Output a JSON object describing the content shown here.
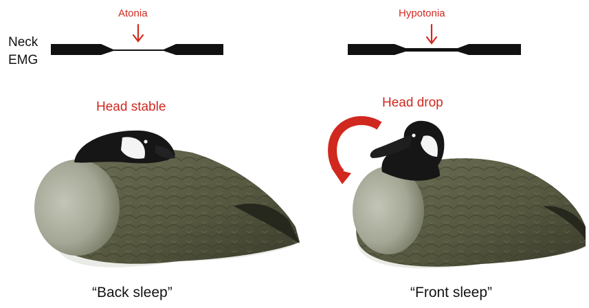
{
  "emg": {
    "label_line1": "Neck",
    "label_line2": "EMG",
    "left_annotation": "Atonia",
    "right_annotation": "Hypotonia"
  },
  "left_panel": {
    "heading": "Head stable",
    "caption": "“Back sleep”"
  },
  "right_panel": {
    "heading": "Head drop",
    "caption": "“Front sleep”"
  },
  "colors": {
    "accent_red": "#d0281f",
    "trace_black": "#111111",
    "plumage_olive": "#5d5f48",
    "breast_grey": "#a9ac9c"
  },
  "icons": {
    "annotation_arrow": "down-arrow-icon",
    "head_drop_arrow": "curved-arrow-icon"
  }
}
